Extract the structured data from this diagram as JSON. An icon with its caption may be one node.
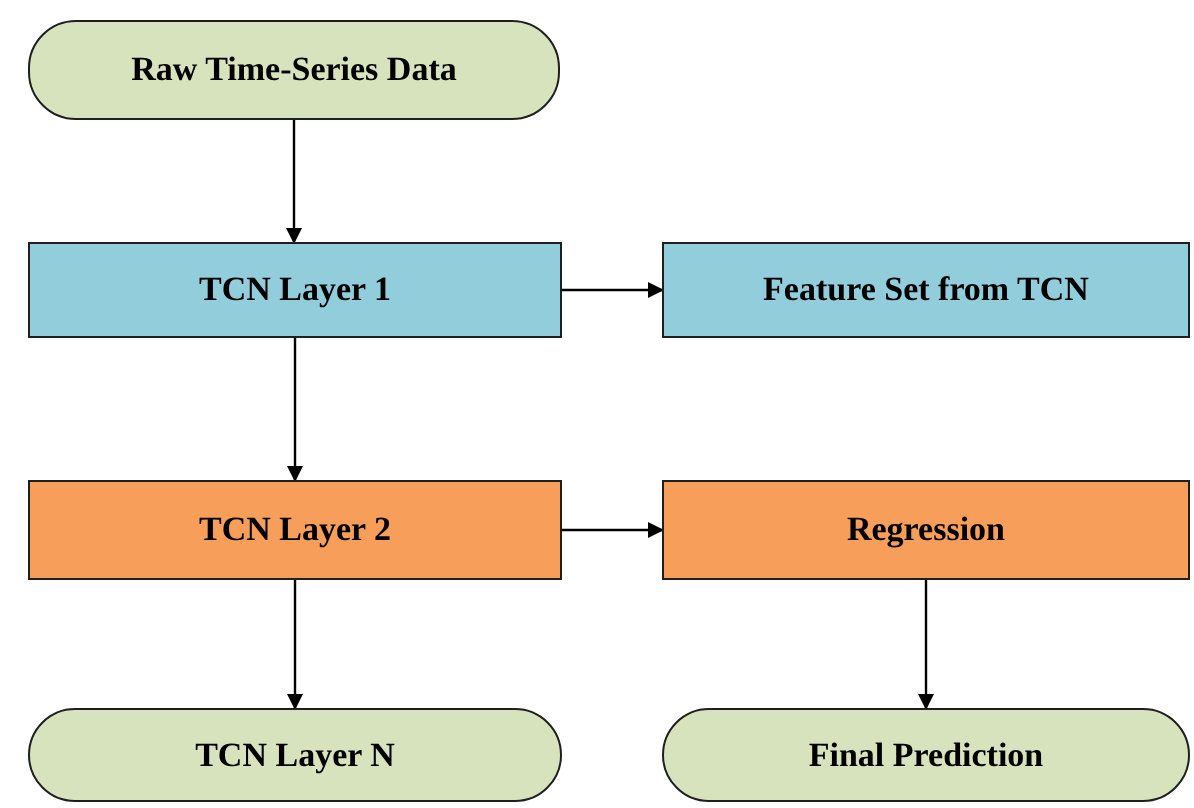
{
  "diagram": {
    "nodes": [
      {
        "text": [
          "Raw Time-Series Data"
        ]
      },
      {
        "text": [
          "TCN Layer 1"
        ]
      },
      {
        "text": [
          "Feature Set from TCN"
        ]
      },
      {
        "text": [
          "TCN Layer 2"
        ]
      },
      {
        "text": [
          "Regression"
        ]
      },
      {
        "text": [
          "TCN Layer N"
        ]
      },
      {
        "text": [
          "Final Prediction"
        ]
      }
    ],
    "edges": [
      {
        "from": 0,
        "to": 1,
        "arrow": "to"
      },
      {
        "from": 1,
        "to": 2,
        "arrow": "to"
      },
      {
        "from": 1,
        "to": 3,
        "arrow": "to"
      },
      {
        "from": 3,
        "to": 4,
        "arrow": "to"
      },
      {
        "from": 3,
        "to": 5,
        "arrow": "to"
      },
      {
        "from": 4,
        "to": 6,
        "arrow": "to"
      }
    ]
  }
}
